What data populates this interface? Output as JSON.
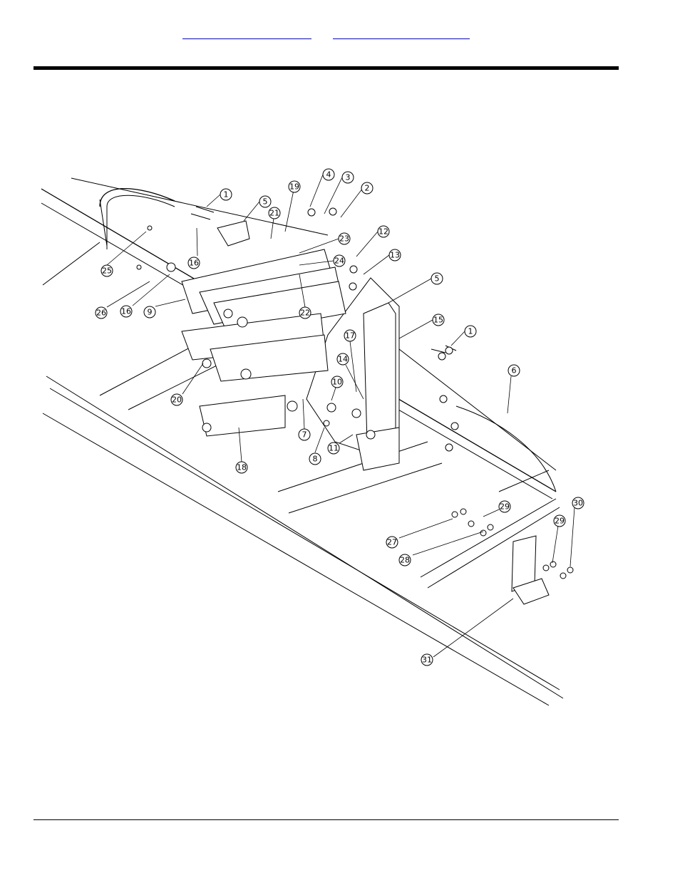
{
  "header": {
    "links": [
      {
        "label": ""
      },
      {
        "label": ""
      }
    ]
  },
  "callouts": [
    {
      "num": "1"
    },
    {
      "num": "2"
    },
    {
      "num": "3"
    },
    {
      "num": "4"
    },
    {
      "num": "5"
    },
    {
      "num": "19"
    },
    {
      "num": "21"
    },
    {
      "num": "23"
    },
    {
      "num": "12"
    },
    {
      "num": "24"
    },
    {
      "num": "13"
    },
    {
      "num": "16"
    },
    {
      "num": "25"
    },
    {
      "num": "26"
    },
    {
      "num": "16"
    },
    {
      "num": "9"
    },
    {
      "num": "22"
    },
    {
      "num": "5"
    },
    {
      "num": "15"
    },
    {
      "num": "1"
    },
    {
      "num": "17"
    },
    {
      "num": "14"
    },
    {
      "num": "10"
    },
    {
      "num": "6"
    },
    {
      "num": "20"
    },
    {
      "num": "7"
    },
    {
      "num": "11"
    },
    {
      "num": "8"
    },
    {
      "num": "18"
    },
    {
      "num": "29"
    },
    {
      "num": "30"
    },
    {
      "num": "29"
    },
    {
      "num": "27"
    },
    {
      "num": "28"
    },
    {
      "num": "31"
    }
  ]
}
